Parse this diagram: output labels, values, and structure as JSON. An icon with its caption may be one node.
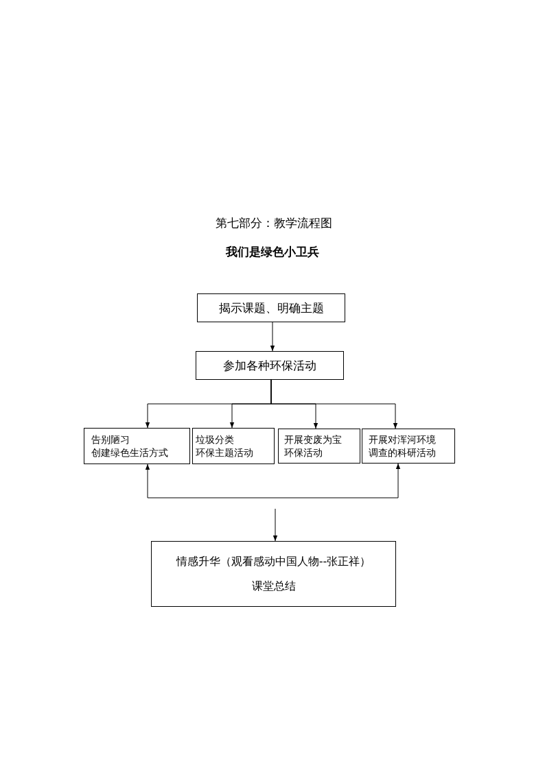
{
  "diagram": {
    "title": "第七部分：教学流程图",
    "caption": "我们是绿色小卫兵",
    "nodes": [
      {
        "text": [
          "揭示课题、明确主题"
        ]
      },
      {
        "text": [
          "参加各种环保活动"
        ]
      },
      {
        "text": [
          "告别陋习",
          "创建绿色生活方式"
        ]
      },
      {
        "text": [
          "垃圾分类",
          "环保主题活动"
        ]
      },
      {
        "text": [
          "开展变废为宝",
          "环保活动"
        ]
      },
      {
        "text": [
          "开展对浑河环境",
          "调查的科研活动"
        ]
      },
      {
        "text": [
          "情感升华（观看感动中国人物--张正祥）",
          "课堂总结"
        ]
      }
    ],
    "edges": [
      {
        "from": 0,
        "to": 1,
        "arrow": "to"
      },
      {
        "from": 1,
        "to": 2,
        "arrow": "to"
      },
      {
        "from": 1,
        "to": 3,
        "arrow": "to"
      },
      {
        "from": 1,
        "to": 4,
        "arrow": "to"
      },
      {
        "from": 1,
        "to": 5,
        "arrow": "to"
      },
      {
        "from": 2,
        "to": 5,
        "arrow": "both"
      },
      {
        "from": null,
        "to": 6,
        "arrow": "to"
      }
    ]
  }
}
